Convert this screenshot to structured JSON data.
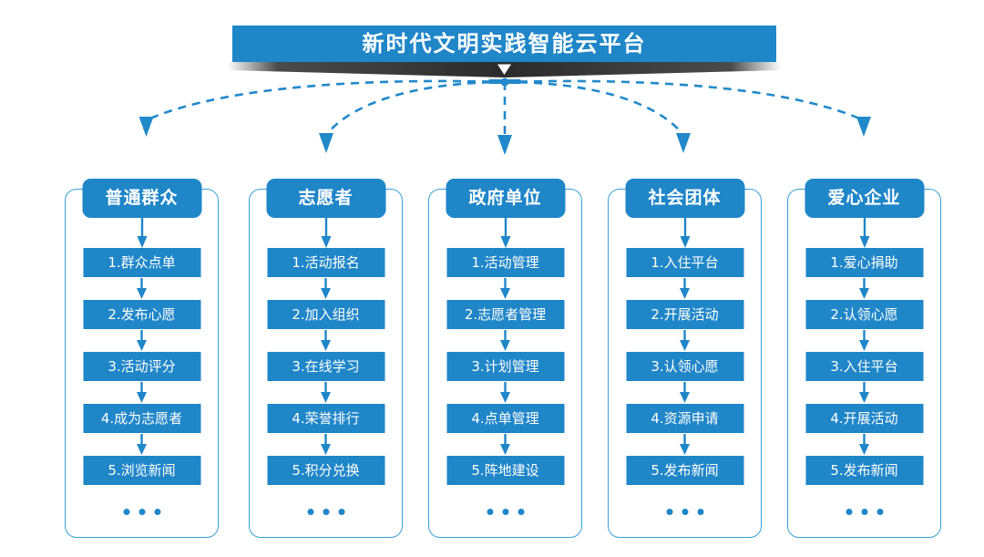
{
  "header": {
    "title": "新时代文明实践智能云平台",
    "banner_color": "#1f86c8",
    "ribbon_color": "#2b2b2b",
    "title_color": "#ffffff",
    "center_chevron_icon": "chevron-down-icon"
  },
  "theme": {
    "accent": "#1f86c8",
    "outline": "#3aa0d8",
    "connector": "#2189ca",
    "background": "#ffffff"
  },
  "ellipsis_label": "• • •",
  "columns": [
    {
      "id": "general-public",
      "title": "普通群众",
      "items": [
        "1.群众点单",
        "2.发布心愿",
        "3.活动评分",
        "4.成为志愿者",
        "5.浏览新闻"
      ],
      "more": "..."
    },
    {
      "id": "volunteer",
      "title": "志愿者",
      "items": [
        "1.活动报名",
        "2.加入组织",
        "3.在线学习",
        "4.荣誉排行",
        "5.积分兑换"
      ],
      "more": "..."
    },
    {
      "id": "government-unit",
      "title": "政府单位",
      "items": [
        "1.活动管理",
        "2.志愿者管理",
        "3.计划管理",
        "4.点单管理",
        "5.阵地建设"
      ],
      "more": "..."
    },
    {
      "id": "social-group",
      "title": "社会团体",
      "items": [
        "1.入住平台",
        "2.开展活动",
        "3.认领心愿",
        "4.资源申请",
        "5.发布新闻"
      ],
      "more": "..."
    },
    {
      "id": "caring-enterprise",
      "title": "爱心企业",
      "items": [
        "1.爱心捐助",
        "2.认领心愿",
        "3.入住平台",
        "4.开展活动",
        "5.发布新闻"
      ],
      "more": "..."
    }
  ]
}
